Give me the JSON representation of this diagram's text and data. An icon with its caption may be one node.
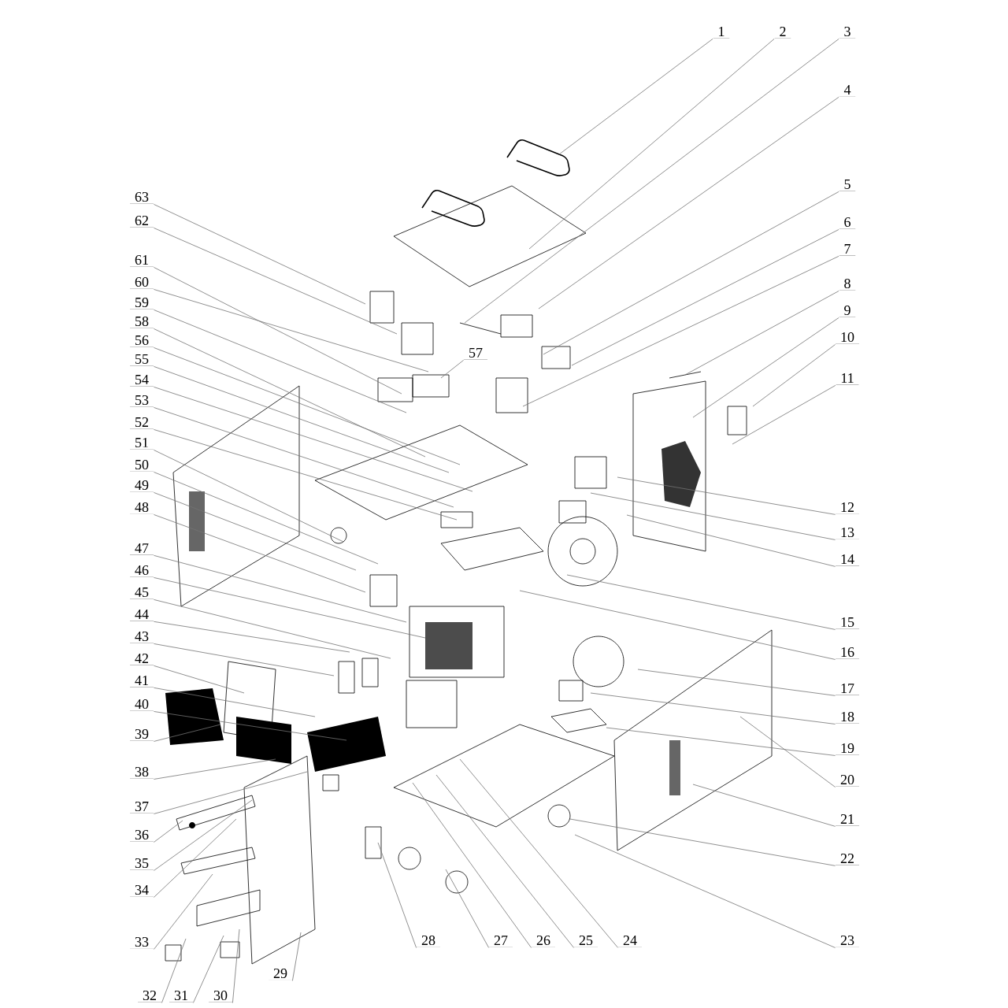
{
  "diagram": {
    "nodes": [
      {
        "text": [
          "1"
        ]
      },
      {
        "text": [
          "2"
        ]
      },
      {
        "text": [
          "3"
        ]
      },
      {
        "text": [
          "4"
        ]
      },
      {
        "text": [
          "5"
        ]
      },
      {
        "text": [
          "6"
        ]
      },
      {
        "text": [
          "7"
        ]
      },
      {
        "text": [
          "8"
        ]
      },
      {
        "text": [
          "9"
        ]
      },
      {
        "text": [
          "10"
        ]
      },
      {
        "text": [
          "11"
        ]
      },
      {
        "text": [
          "12"
        ]
      },
      {
        "text": [
          "13"
        ]
      },
      {
        "text": [
          "14"
        ]
      },
      {
        "text": [
          "15"
        ]
      },
      {
        "text": [
          "16"
        ]
      },
      {
        "text": [
          "17"
        ]
      },
      {
        "text": [
          "18"
        ]
      },
      {
        "text": [
          "19"
        ]
      },
      {
        "text": [
          "20"
        ]
      },
      {
        "text": [
          "21"
        ]
      },
      {
        "text": [
          "22"
        ]
      },
      {
        "text": [
          "23"
        ]
      },
      {
        "text": [
          "24"
        ]
      },
      {
        "text": [
          "25"
        ]
      },
      {
        "text": [
          "26"
        ]
      },
      {
        "text": [
          "27"
        ]
      },
      {
        "text": [
          "28"
        ]
      },
      {
        "text": [
          "29"
        ]
      },
      {
        "text": [
          "30"
        ]
      },
      {
        "text": [
          "31"
        ]
      },
      {
        "text": [
          "32"
        ]
      },
      {
        "text": [
          "33"
        ]
      },
      {
        "text": [
          "34"
        ]
      },
      {
        "text": [
          "35"
        ]
      },
      {
        "text": [
          "36"
        ]
      },
      {
        "text": [
          "37"
        ]
      },
      {
        "text": [
          "38"
        ]
      },
      {
        "text": [
          "39"
        ]
      },
      {
        "text": [
          "40"
        ]
      },
      {
        "text": [
          "41"
        ]
      },
      {
        "text": [
          "42"
        ]
      },
      {
        "text": [
          "43"
        ]
      },
      {
        "text": [
          "44"
        ]
      },
      {
        "text": [
          "45"
        ]
      },
      {
        "text": [
          "46"
        ]
      },
      {
        "text": [
          "47"
        ]
      },
      {
        "text": [
          "48"
        ]
      },
      {
        "text": [
          "49"
        ]
      },
      {
        "text": [
          "50"
        ]
      },
      {
        "text": [
          "51"
        ]
      },
      {
        "text": [
          "52"
        ]
      },
      {
        "text": [
          "53"
        ]
      },
      {
        "text": [
          "54"
        ]
      },
      {
        "text": [
          "55"
        ]
      },
      {
        "text": [
          "56"
        ]
      },
      {
        "text": [
          "57"
        ]
      },
      {
        "text": [
          "58"
        ]
      },
      {
        "text": [
          "59"
        ]
      },
      {
        "text": [
          "60"
        ]
      },
      {
        "text": [
          "61"
        ]
      },
      {
        "text": [
          "62"
        ]
      },
      {
        "text": [
          "63"
        ]
      }
    ],
    "edges": [
      {
        "from": 0,
        "to": null,
        "arrow": "none"
      },
      {
        "from": 1,
        "to": null,
        "arrow": "none"
      },
      {
        "from": 2,
        "to": null,
        "arrow": "none"
      },
      {
        "from": 3,
        "to": null,
        "arrow": "none"
      },
      {
        "from": 4,
        "to": null,
        "arrow": "none"
      },
      {
        "from": 5,
        "to": null,
        "arrow": "none"
      },
      {
        "from": 6,
        "to": null,
        "arrow": "none"
      },
      {
        "from": 7,
        "to": null,
        "arrow": "none"
      },
      {
        "from": 8,
        "to": null,
        "arrow": "none"
      },
      {
        "from": 9,
        "to": null,
        "arrow": "none"
      },
      {
        "from": 10,
        "to": null,
        "arrow": "none"
      },
      {
        "from": 11,
        "to": null,
        "arrow": "none"
      },
      {
        "from": 12,
        "to": null,
        "arrow": "none"
      },
      {
        "from": 13,
        "to": null,
        "arrow": "none"
      },
      {
        "from": 14,
        "to": null,
        "arrow": "none"
      },
      {
        "from": 15,
        "to": null,
        "arrow": "none"
      },
      {
        "from": 16,
        "to": null,
        "arrow": "none"
      },
      {
        "from": 17,
        "to": null,
        "arrow": "none"
      },
      {
        "from": 18,
        "to": null,
        "arrow": "none"
      },
      {
        "from": 19,
        "to": null,
        "arrow": "none"
      },
      {
        "from": 20,
        "to": null,
        "arrow": "none"
      },
      {
        "from": 21,
        "to": null,
        "arrow": "none"
      },
      {
        "from": 22,
        "to": null,
        "arrow": "none"
      },
      {
        "from": 23,
        "to": null,
        "arrow": "none"
      },
      {
        "from": 24,
        "to": null,
        "arrow": "none"
      },
      {
        "from": 25,
        "to": null,
        "arrow": "none"
      },
      {
        "from": 26,
        "to": null,
        "arrow": "none"
      },
      {
        "from": 27,
        "to": null,
        "arrow": "none"
      },
      {
        "from": 28,
        "to": null,
        "arrow": "none"
      },
      {
        "from": 29,
        "to": null,
        "arrow": "none"
      },
      {
        "from": 30,
        "to": null,
        "arrow": "none"
      },
      {
        "from": 31,
        "to": null,
        "arrow": "none"
      },
      {
        "from": 32,
        "to": null,
        "arrow": "none"
      },
      {
        "from": 33,
        "to": null,
        "arrow": "none"
      },
      {
        "from": 34,
        "to": null,
        "arrow": "none"
      },
      {
        "from": 35,
        "to": null,
        "arrow": "none"
      },
      {
        "from": 36,
        "to": null,
        "arrow": "none"
      },
      {
        "from": 37,
        "to": null,
        "arrow": "none"
      },
      {
        "from": 38,
        "to": null,
        "arrow": "none"
      },
      {
        "from": 39,
        "to": null,
        "arrow": "none"
      },
      {
        "from": 40,
        "to": null,
        "arrow": "none"
      },
      {
        "from": 41,
        "to": null,
        "arrow": "none"
      },
      {
        "from": 42,
        "to": null,
        "arrow": "none"
      },
      {
        "from": 43,
        "to": null,
        "arrow": "none"
      },
      {
        "from": 44,
        "to": null,
        "arrow": "none"
      },
      {
        "from": 45,
        "to": null,
        "arrow": "none"
      },
      {
        "from": 46,
        "to": null,
        "arrow": "none"
      },
      {
        "from": 47,
        "to": null,
        "arrow": "none"
      },
      {
        "from": 48,
        "to": null,
        "arrow": "none"
      },
      {
        "from": 49,
        "to": null,
        "arrow": "none"
      },
      {
        "from": 50,
        "to": null,
        "arrow": "none"
      },
      {
        "from": 51,
        "to": null,
        "arrow": "none"
      },
      {
        "from": 52,
        "to": null,
        "arrow": "none"
      },
      {
        "from": 53,
        "to": null,
        "arrow": "none"
      },
      {
        "from": 54,
        "to": null,
        "arrow": "none"
      },
      {
        "from": 55,
        "to": null,
        "arrow": "none"
      },
      {
        "from": 56,
        "to": null,
        "arrow": "none"
      },
      {
        "from": 57,
        "to": null,
        "arrow": "none"
      },
      {
        "from": 58,
        "to": null,
        "arrow": "none"
      },
      {
        "from": 59,
        "to": null,
        "arrow": "none"
      },
      {
        "from": 60,
        "to": null,
        "arrow": "none"
      },
      {
        "from": 61,
        "to": null,
        "arrow": "none"
      },
      {
        "from": 62,
        "to": null,
        "arrow": "none"
      }
    ]
  }
}
